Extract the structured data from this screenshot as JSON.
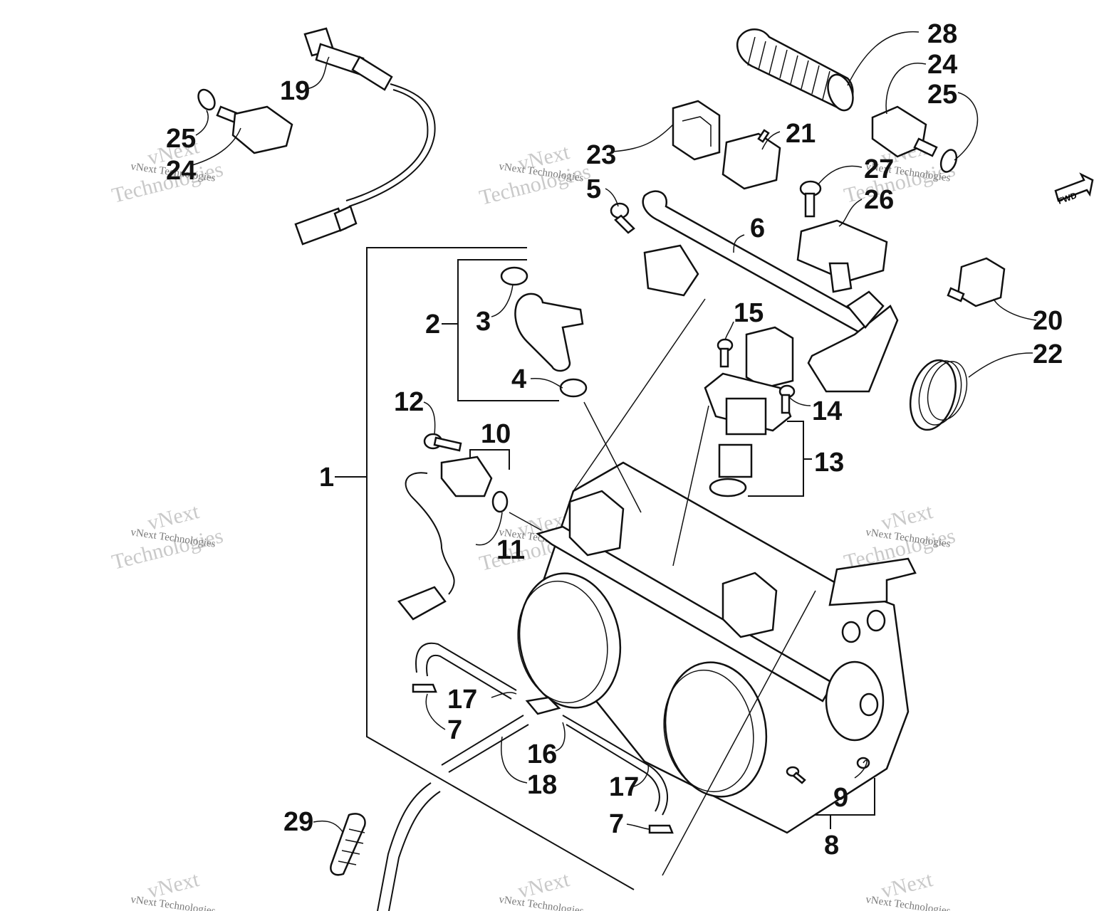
{
  "diagram": {
    "callouts": [
      {
        "label": "1"
      },
      {
        "label": "2"
      },
      {
        "label": "3"
      },
      {
        "label": "4"
      },
      {
        "label": "5"
      },
      {
        "label": "6"
      },
      {
        "label": "7"
      },
      {
        "label": "7"
      },
      {
        "label": "8"
      },
      {
        "label": "9"
      },
      {
        "label": "10"
      },
      {
        "label": "11"
      },
      {
        "label": "12"
      },
      {
        "label": "13"
      },
      {
        "label": "14"
      },
      {
        "label": "15"
      },
      {
        "label": "16"
      },
      {
        "label": "17"
      },
      {
        "label": "17"
      },
      {
        "label": "18"
      },
      {
        "label": "19"
      },
      {
        "label": "20"
      },
      {
        "label": "21"
      },
      {
        "label": "22"
      },
      {
        "label": "23"
      },
      {
        "label": "24"
      },
      {
        "label": "24"
      },
      {
        "label": "25"
      },
      {
        "label": "25"
      },
      {
        "label": "26"
      },
      {
        "label": "27"
      },
      {
        "label": "28"
      },
      {
        "label": "29"
      }
    ],
    "watermark": {
      "line1": "vNext",
      "line2": "Technologies",
      "small": "vNext Technologies"
    },
    "fwd_label": "FWD"
  }
}
